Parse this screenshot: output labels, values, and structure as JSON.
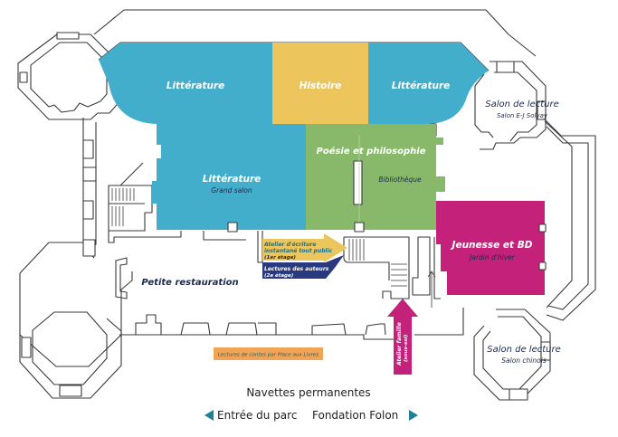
{
  "map": {
    "colors": {
      "litterature": "#42aecb",
      "histoire": "#ecc65d",
      "poesie": "#88b96a",
      "jeunesse": "#c4227a",
      "atelier_ecriture": "#ecc65d",
      "lectures_auteurs": "#283a7d",
      "lectures_contes": "#f0a455",
      "shuttle_arrow": "#1f7f99",
      "walls": "#3a3a3a"
    },
    "rooms": {
      "litterature_left": {
        "title": "Littérature"
      },
      "histoire": {
        "title": "Histoire"
      },
      "litterature_right": {
        "title": "Littérature"
      },
      "grand_salon": {
        "title": "Littérature",
        "subtitle": "Grand salon"
      },
      "poesie": {
        "title": "Poésie et philosophie",
        "subtitle": "Bibliothèque"
      },
      "jeunesse": {
        "title": "Jeunesse et BD",
        "subtitle": "Jardin d'hiver"
      },
      "petite_restauration": {
        "title": "Petite restauration"
      },
      "salon_solvay": {
        "title": "Salon de lecture",
        "subtitle": "Salon E-J Solvay"
      },
      "salon_chinois": {
        "title": "Salon de lecture",
        "subtitle": "Salon chinois"
      }
    },
    "signs": {
      "atelier_ecriture": {
        "line1": "Atelier d'écriture",
        "line2": "instantané tout public",
        "line3": "(1er étage)"
      },
      "lectures_auteurs": {
        "line1": "Lectures des auteurs",
        "line2": "(2e étage)"
      },
      "atelier_famille": {
        "line1": "Atelier famille",
        "line2": "(sous-sol)"
      },
      "lectures_contes": {
        "label": "Lectures de contes par Place aux Livres"
      }
    },
    "shuttles": {
      "title": "Navettes permanentes",
      "left": {
        "label": "Entrée du parc",
        "icon": "triangle-left-icon"
      },
      "right": {
        "label": "Fondation Folon",
        "icon": "triangle-right-icon"
      }
    }
  }
}
